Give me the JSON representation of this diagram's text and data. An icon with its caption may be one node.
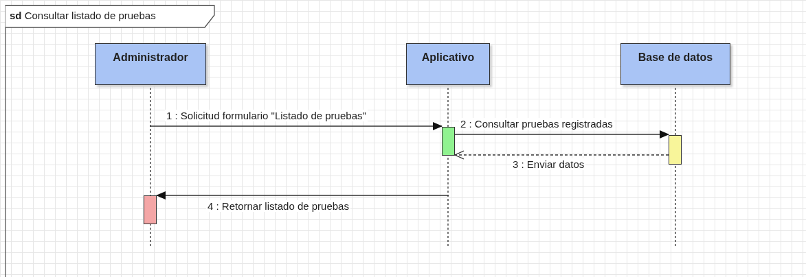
{
  "diagram": {
    "title": "**sd** Consultar listado de pruebas",
    "nodes": [
      {
        "text": [
          "Administrador"
        ]
      },
      {
        "text": [
          "Aplicativo"
        ]
      },
      {
        "text": [
          "Base de datos"
        ]
      },
      {
        "text": [],
        "shape": "bar",
        "in": 1
      },
      {
        "text": [],
        "shape": "bar",
        "in": 2
      },
      {
        "text": [],
        "shape": "bar",
        "in": 0
      }
    ],
    "edges": [
      {
        "from": 0,
        "to": 3,
        "arrow": "to",
        "label": "1 : Solicitud formulario \"Listado de pruebas\""
      },
      {
        "from": 3,
        "to": 4,
        "arrow": "to",
        "label": "2 : Consultar pruebas registradas"
      },
      {
        "from": 4,
        "to": 3,
        "arrow": "to",
        "style": "dashed",
        "label": "3 : Enviar datos"
      },
      {
        "from": 1,
        "to": 5,
        "arrow": "to",
        "label": "4 : Retornar listado de pruebas"
      }
    ]
  }
}
